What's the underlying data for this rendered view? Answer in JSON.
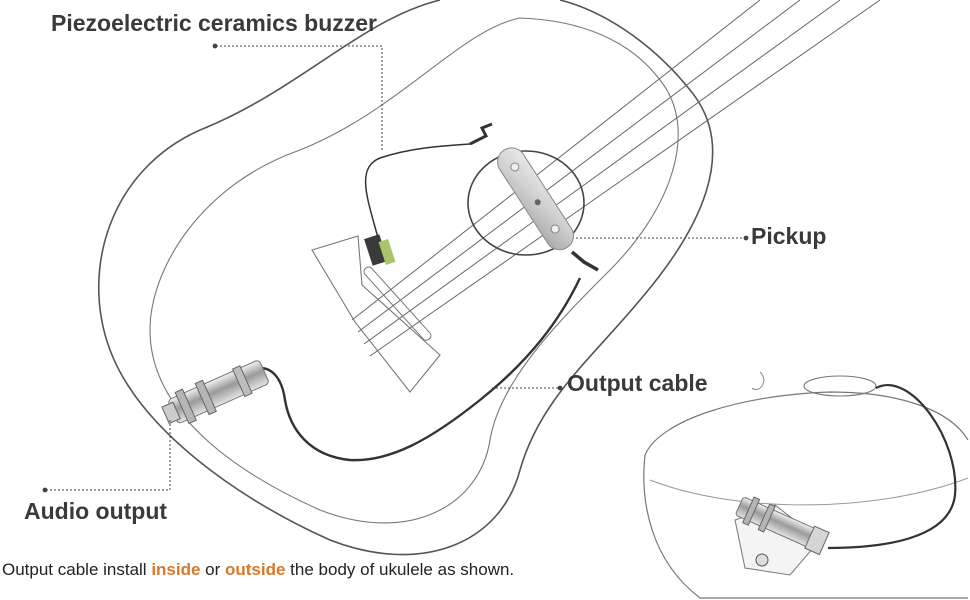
{
  "labels": {
    "buzzer": "Piezoelectric ceramics buzzer",
    "pickup": "Pickup",
    "output_cable": "Output cable",
    "audio_output": "Audio output"
  },
  "caption": {
    "part1": "Output cable install ",
    "word_inside": "inside",
    "part2": " or ",
    "word_outside": "outside",
    "part3": " the body of ukulele as shown."
  },
  "colors": {
    "highlight": "#d9782a",
    "label_text": "#3a3a3a",
    "line": "#3c3c3c"
  }
}
